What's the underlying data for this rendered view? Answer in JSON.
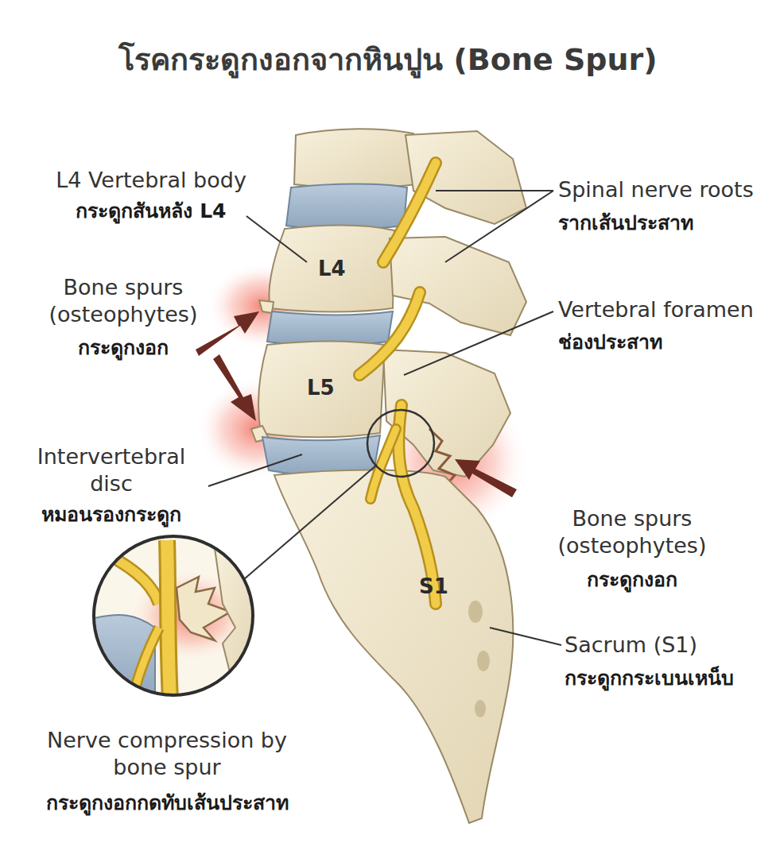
{
  "diagram": {
    "title": "โรคกระดูกงอกจากหินปูน (Bone Spur)",
    "labels": [
      "L4 Vertebral body",
      "กระดูกสันหลัง L4",
      "Spinal nerve roots",
      "รากเส้นประสาท",
      "Bone spurs (osteophytes)",
      "กระดูกงอก",
      "Vertebral foramen",
      "ช่องประสาท",
      "L4",
      "L5",
      "Intervertebral disc",
      "หมอนรองกระดูก",
      "Bone spurs (osteophytes)",
      "กระดูกงอก",
      "S1",
      "Sacrum (S1)",
      "กระดูกกระเบนเหน็บ",
      "Nerve compression by bone spur",
      "กระดูกงอกกดทับเส้นประสาท"
    ]
  }
}
